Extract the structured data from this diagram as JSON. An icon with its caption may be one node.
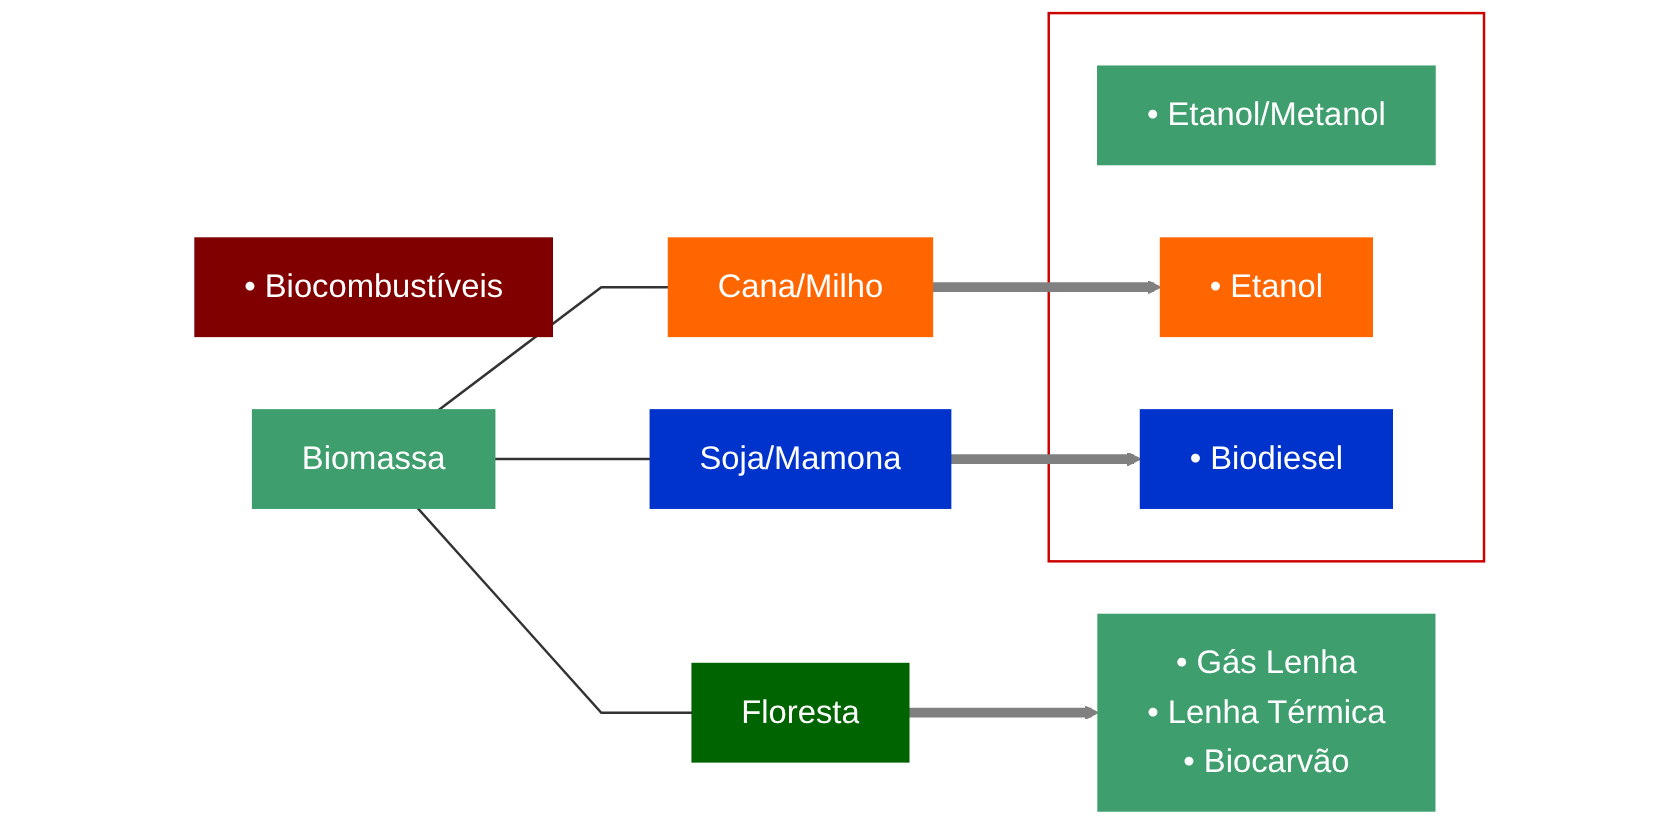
{
  "diagram": {
    "nodes": [
      {
        "text": [
          "Biomassa"
        ]
      },
      {
        "text": [
          "Floresta"
        ]
      },
      {
        "text": [
          "Cana/Milho"
        ]
      },
      {
        "text": [
          "Soja/Mamona"
        ]
      },
      {
        "text": [
          "• Gás Lenha",
          "• Lenha Térmica",
          "• Biocarvão"
        ]
      },
      {
        "text": [],
        "shape": "box"
      },
      {
        "text": [
          "• Etanol/Metanol"
        ],
        "in": 5
      },
      {
        "text": [
          "• Etanol"
        ],
        "in": 5
      },
      {
        "text": [
          "• Biodiesel"
        ],
        "in": 5
      },
      {
        "text": [
          "• Biocombustíveis"
        ]
      }
    ],
    "edges": [
      {
        "from": 0,
        "to": 1,
        "arrow": "none"
      },
      {
        "from": 0,
        "to": 2,
        "arrow": "none"
      },
      {
        "from": 0,
        "to": 3,
        "arrow": "none"
      },
      {
        "from": 1,
        "to": 4,
        "arrow": "to",
        "style": "thick",
        "color": "#808080"
      },
      {
        "from": 2,
        "to": 7,
        "arrow": "to",
        "style": "thick",
        "color": "#808080"
      },
      {
        "from": 3,
        "to": 8,
        "arrow": "to",
        "style": "thick",
        "color": "#808080"
      }
    ]
  }
}
